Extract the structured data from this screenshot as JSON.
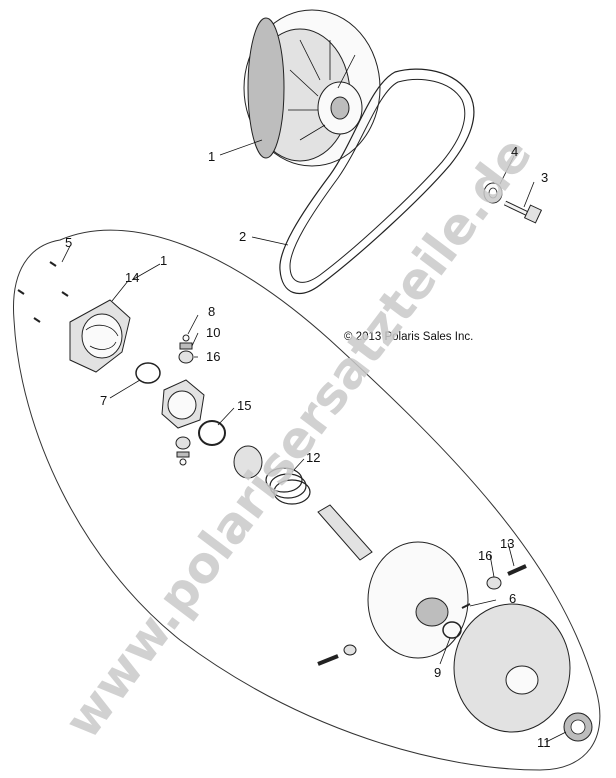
{
  "copyright": "© 2013 Polaris Sales Inc.",
  "watermark": "www.polarisersatzteile.de",
  "callouts": [
    {
      "id": "1",
      "part": "drive-clutch"
    },
    {
      "id": "1",
      "part": "driven-clutch-assembly"
    },
    {
      "id": "2",
      "part": "drive-belt"
    },
    {
      "id": "3",
      "part": "bolt"
    },
    {
      "id": "4",
      "part": "washer"
    },
    {
      "id": "5",
      "part": "screws"
    },
    {
      "id": "6",
      "part": "pin"
    },
    {
      "id": "7",
      "part": "retaining-ring"
    },
    {
      "id": "8",
      "part": "small-screw"
    },
    {
      "id": "9",
      "part": "clip"
    },
    {
      "id": "10",
      "part": "retainer"
    },
    {
      "id": "11",
      "part": "bearing-seal"
    },
    {
      "id": "12",
      "part": "spring"
    },
    {
      "id": "13",
      "part": "roller-bolt"
    },
    {
      "id": "14",
      "part": "cam-helix"
    },
    {
      "id": "15",
      "part": "spider-retainer"
    },
    {
      "id": "16",
      "part": "roller"
    },
    {
      "id": "16",
      "part": "roller-lower"
    }
  ]
}
